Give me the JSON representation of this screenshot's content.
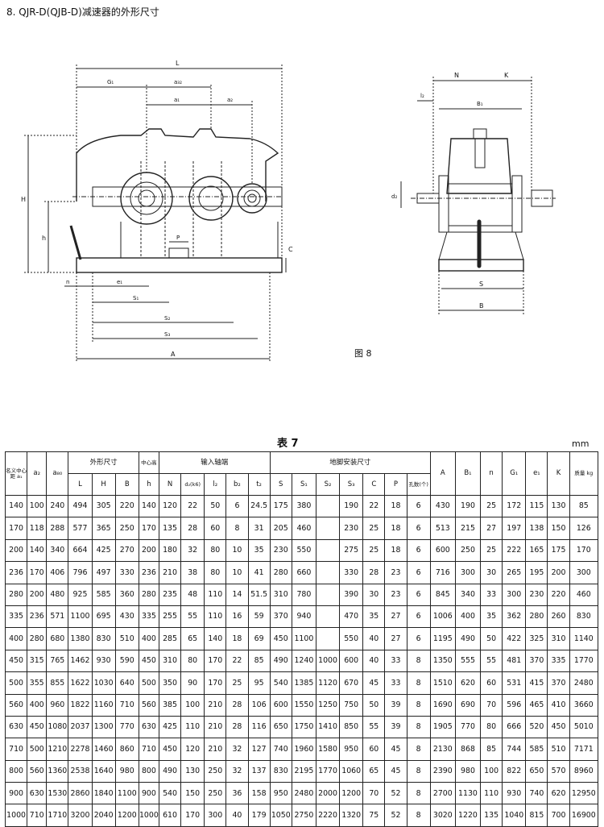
{
  "title": "8. QJR-D(QJB-D)减速器的外形尺寸",
  "figure_label": "图 8",
  "drawing_labels": {
    "L": "L",
    "G1": "G₁",
    "a32": "a₃₂",
    "a1": "a₁",
    "a2": "a₂",
    "H": "H",
    "h": "h",
    "C": "C",
    "P": "P",
    "n": "n",
    "e1": "e₁",
    "S1": "S₁",
    "S2": "S₂",
    "S3": "S₃",
    "A": "A",
    "N": "N",
    "K": "K",
    "l2": "l₂",
    "B1": "B₁",
    "d2": "d₂",
    "S": "S",
    "B": "B"
  },
  "table_caption": "表 7",
  "unit": "mm",
  "headers": {
    "center_distance": "名义中心距 a₁",
    "a2": "a₂",
    "a80": "a₈₀",
    "outline": "外形尺寸",
    "center_height": "中心高",
    "input_shaft": "输入轴端",
    "foot_mount": "地脚安装尺寸",
    "A": "A",
    "B1": "B₁",
    "n": "n",
    "G1": "G₁",
    "e1": "e₁",
    "K": "K",
    "mass": "质量 kg",
    "L": "L",
    "H": "H",
    "B": "B",
    "h": "h",
    "N": "N",
    "d2": "d₂(k6)",
    "l2": "l₂",
    "b2": "b₂",
    "t2": "t₂",
    "S": "S",
    "S1": "S₁",
    "S2": "S₂",
    "S3": "S₃",
    "C": "C",
    "P": "P",
    "holes": "孔数(个)"
  },
  "rows": [
    [
      "140",
      "100",
      "240",
      "494",
      "305",
      "220",
      "140",
      "120",
      "22",
      "50",
      "6",
      "24.5",
      "175",
      "380",
      "",
      "190",
      "22",
      "18",
      "6",
      "430",
      "190",
      "25",
      "172",
      "115",
      "130",
      "85"
    ],
    [
      "170",
      "118",
      "288",
      "577",
      "365",
      "250",
      "170",
      "135",
      "28",
      "60",
      "8",
      "31",
      "205",
      "460",
      "",
      "230",
      "25",
      "18",
      "6",
      "513",
      "215",
      "27",
      "197",
      "138",
      "150",
      "126"
    ],
    [
      "200",
      "140",
      "340",
      "664",
      "425",
      "270",
      "200",
      "180",
      "32",
      "80",
      "10",
      "35",
      "230",
      "550",
      "",
      "275",
      "25",
      "18",
      "6",
      "600",
      "250",
      "25",
      "222",
      "165",
      "175",
      "170"
    ],
    [
      "236",
      "170",
      "406",
      "796",
      "497",
      "330",
      "236",
      "210",
      "38",
      "80",
      "10",
      "41",
      "280",
      "660",
      "",
      "330",
      "28",
      "23",
      "6",
      "716",
      "300",
      "30",
      "265",
      "195",
      "200",
      "300"
    ],
    [
      "280",
      "200",
      "480",
      "925",
      "585",
      "360",
      "280",
      "235",
      "48",
      "110",
      "14",
      "51.5",
      "310",
      "780",
      "",
      "390",
      "30",
      "23",
      "6",
      "845",
      "340",
      "33",
      "300",
      "230",
      "220",
      "460"
    ],
    [
      "335",
      "236",
      "571",
      "1100",
      "695",
      "430",
      "335",
      "255",
      "55",
      "110",
      "16",
      "59",
      "370",
      "940",
      "",
      "470",
      "35",
      "27",
      "6",
      "1006",
      "400",
      "35",
      "362",
      "280",
      "260",
      "830"
    ],
    [
      "400",
      "280",
      "680",
      "1380",
      "830",
      "510",
      "400",
      "285",
      "65",
      "140",
      "18",
      "69",
      "450",
      "1100",
      "",
      "550",
      "40",
      "27",
      "6",
      "1195",
      "490",
      "50",
      "422",
      "325",
      "310",
      "1140"
    ],
    [
      "450",
      "315",
      "765",
      "1462",
      "930",
      "590",
      "450",
      "310",
      "80",
      "170",
      "22",
      "85",
      "490",
      "1240",
      "1000",
      "600",
      "40",
      "33",
      "8",
      "1350",
      "555",
      "55",
      "481",
      "370",
      "335",
      "1770"
    ],
    [
      "500",
      "355",
      "855",
      "1622",
      "1030",
      "640",
      "500",
      "350",
      "90",
      "170",
      "25",
      "95",
      "540",
      "1385",
      "1120",
      "670",
      "45",
      "33",
      "8",
      "1510",
      "620",
      "60",
      "531",
      "415",
      "370",
      "2480"
    ],
    [
      "560",
      "400",
      "960",
      "1822",
      "1160",
      "710",
      "560",
      "385",
      "100",
      "210",
      "28",
      "106",
      "600",
      "1550",
      "1250",
      "750",
      "50",
      "39",
      "8",
      "1690",
      "690",
      "70",
      "596",
      "465",
      "410",
      "3660"
    ],
    [
      "630",
      "450",
      "1080",
      "2037",
      "1300",
      "770",
      "630",
      "425",
      "110",
      "210",
      "28",
      "116",
      "650",
      "1750",
      "1410",
      "850",
      "55",
      "39",
      "8",
      "1905",
      "770",
      "80",
      "666",
      "520",
      "450",
      "5010"
    ],
    [
      "710",
      "500",
      "1210",
      "2278",
      "1460",
      "860",
      "710",
      "450",
      "120",
      "210",
      "32",
      "127",
      "740",
      "1960",
      "1580",
      "950",
      "60",
      "45",
      "8",
      "2130",
      "868",
      "85",
      "744",
      "585",
      "510",
      "7171"
    ],
    [
      "800",
      "560",
      "1360",
      "2538",
      "1640",
      "980",
      "800",
      "490",
      "130",
      "250",
      "32",
      "137",
      "830",
      "2195",
      "1770",
      "1060",
      "65",
      "45",
      "8",
      "2390",
      "980",
      "100",
      "822",
      "650",
      "570",
      "8960"
    ],
    [
      "900",
      "630",
      "1530",
      "2860",
      "1840",
      "1100",
      "900",
      "540",
      "150",
      "250",
      "36",
      "158",
      "950",
      "2480",
      "2000",
      "1200",
      "70",
      "52",
      "8",
      "2700",
      "1130",
      "110",
      "930",
      "740",
      "620",
      "12950"
    ],
    [
      "1000",
      "710",
      "1710",
      "3200",
      "2040",
      "1200",
      "1000",
      "610",
      "170",
      "300",
      "40",
      "179",
      "1050",
      "2750",
      "2220",
      "1320",
      "75",
      "52",
      "8",
      "3020",
      "1220",
      "135",
      "1040",
      "815",
      "700",
      "16900"
    ]
  ]
}
